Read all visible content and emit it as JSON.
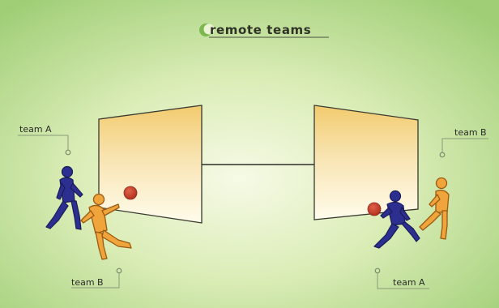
{
  "title": "remote teams",
  "labels": {
    "left_top": "team A",
    "left_bottom": "team B",
    "right_top": "team B",
    "right_bottom": "team A"
  },
  "colors": {
    "team_a_figure": "#2c2f8f",
    "team_b_figure": "#f0a43c",
    "ball": "#c8402e",
    "wall_top": "#f3cf78",
    "wall_bottom": "#fffbe8",
    "background_center": "#f4f9e0",
    "background_edge": "#a8d27e"
  },
  "icons": {
    "title_mark": "leaf-circle-icon",
    "label_marker": "circle-marker-icon"
  }
}
